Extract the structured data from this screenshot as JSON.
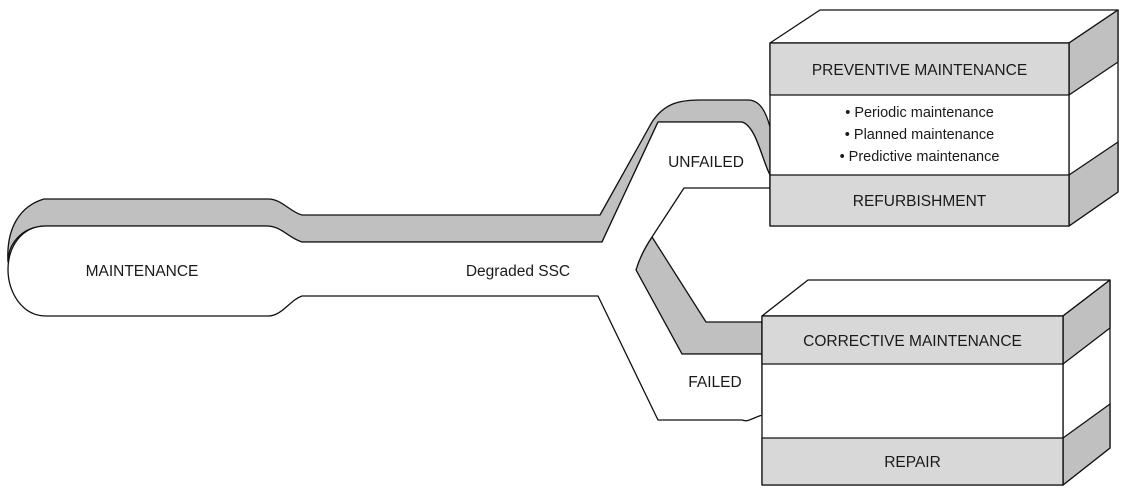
{
  "colors": {
    "line": "#111111",
    "shade": "#c0c0c0",
    "band_fill": "#d8d8d8",
    "face": "#ffffff"
  },
  "flow": {
    "start_label": "MAINTENANCE",
    "stem_label": "Degraded SSC",
    "upper_branch_label": "UNFAILED",
    "lower_branch_label": "FAILED"
  },
  "preventive_box": {
    "title": "PREVENTIVE MAINTENANCE",
    "items": [
      "• Periodic maintenance",
      "• Planned maintenance",
      "• Predictive maintenance"
    ],
    "footer": "REFURBISHMENT"
  },
  "corrective_box": {
    "title": "CORRECTIVE MAINTENANCE",
    "items": [],
    "footer": "REPAIR"
  }
}
